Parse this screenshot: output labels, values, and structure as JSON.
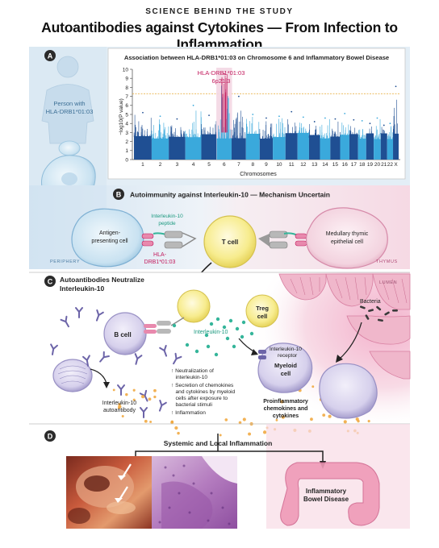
{
  "header": {
    "kicker": "SCIENCE BEHIND THE STUDY",
    "title": "Autoantibodies against Cytokines — From Infection to Inflammation"
  },
  "panelA": {
    "letter": "A",
    "person_label_line1": "Person with",
    "person_label_line2": "HLA-DRB1*01:03",
    "chart_title": "Association between HLA-DRB1*01:03 on Chromosome 6 and Inflammatory Bowel Disease",
    "peak_label_line1": "HLA-DRB1*01:03",
    "peak_label_line2": "6p21.3",
    "region_label": "PERIPHERY"
  },
  "chart_data": {
    "type": "scatter",
    "title": "Association between HLA-DRB1*01:03 on Chromosome 6 and Inflammatory Bowel Disease",
    "xlabel": "Chromosomes",
    "ylabel": "−log10(P value)",
    "ylim": [
      0,
      10
    ],
    "yticks": [
      0,
      1,
      2,
      3,
      4,
      5,
      6,
      7,
      8,
      9,
      10
    ],
    "significance_threshold": 7.3,
    "categories": [
      "1",
      "2",
      "3",
      "4",
      "5",
      "6",
      "7",
      "8",
      "9",
      "10",
      "11",
      "12",
      "13",
      "14",
      "15",
      "16",
      "17",
      "18",
      "19",
      "20",
      "21",
      "22",
      "X"
    ],
    "max_values": [
      5.2,
      4.8,
      4.5,
      6.0,
      4.9,
      9.5,
      7.0,
      5.0,
      4.6,
      4.8,
      5.3,
      4.7,
      4.2,
      4.6,
      4.5,
      5.1,
      4.4,
      4.3,
      4.0,
      4.6,
      3.8,
      4.0,
      8.1
    ],
    "highlight": {
      "chromosome": "6",
      "value": 9.5,
      "label": "HLA-DRB1*01:03 6p21.3"
    }
  },
  "panelB": {
    "letter": "B",
    "title": "Autoimmunity against Interleukin-10 — Mechanism Uncertain",
    "apc_line1": "Antigen-",
    "apc_line2": "presenting cell",
    "peptide_line1": "Interleukin-10",
    "peptide_line2": "peptide",
    "hla_line1": "HLA-",
    "hla_line2": "DRB1*01:03",
    "tcell": "T cell",
    "thymic_line1": "Medullary thymic",
    "thymic_line2": "epithelial cell",
    "thymus": "THYMUS"
  },
  "panelC": {
    "letter": "C",
    "title_line1": "Autoantibodies Neutralize",
    "title_line2": "Interleukin-10",
    "bcell": "B cell",
    "treg_line1": "Treg",
    "treg_line2": "cell",
    "il10": "Interleukin-10",
    "receptor_line1": "Interleukin-10",
    "receptor_line2": "receptor",
    "myeloid_line1": "Myeloid",
    "myeloid_line2": "cell",
    "lumen": "LUMEN",
    "bacteria": "Bacteria",
    "autoantibody_line1": "Interleukin-10",
    "autoantibody_line2": "autoantibody",
    "effects": [
      "↑ Neutralization of",
      "   interleukin-10",
      "↑ Secretion of chemokines",
      "   and cytokines by myeloid",
      "   cells after exposure to",
      "   bacterial stimuli",
      "↑ Inflammation"
    ],
    "proinflam_line1": "Proinflammatory",
    "proinflam_line2": "chemokines and",
    "proinflam_line3": "cytokines"
  },
  "panelD": {
    "letter": "D",
    "systemic": "Systemic and Local Inflammation",
    "ibd_line1": "Inflammatory",
    "ibd_line2": "Bowel Disease"
  },
  "colors": {
    "chart_blue_dark": "#1f4f93",
    "chart_blue_light": "#3aa9dc",
    "highlight_pink": "#c2185b",
    "threshold": "#e4a52c",
    "tcell_yellow": "#f7ee9a",
    "antibody_purple": "#6c64a8",
    "il10_teal": "#35b59a",
    "cytokine_orange": "#f0a437"
  }
}
